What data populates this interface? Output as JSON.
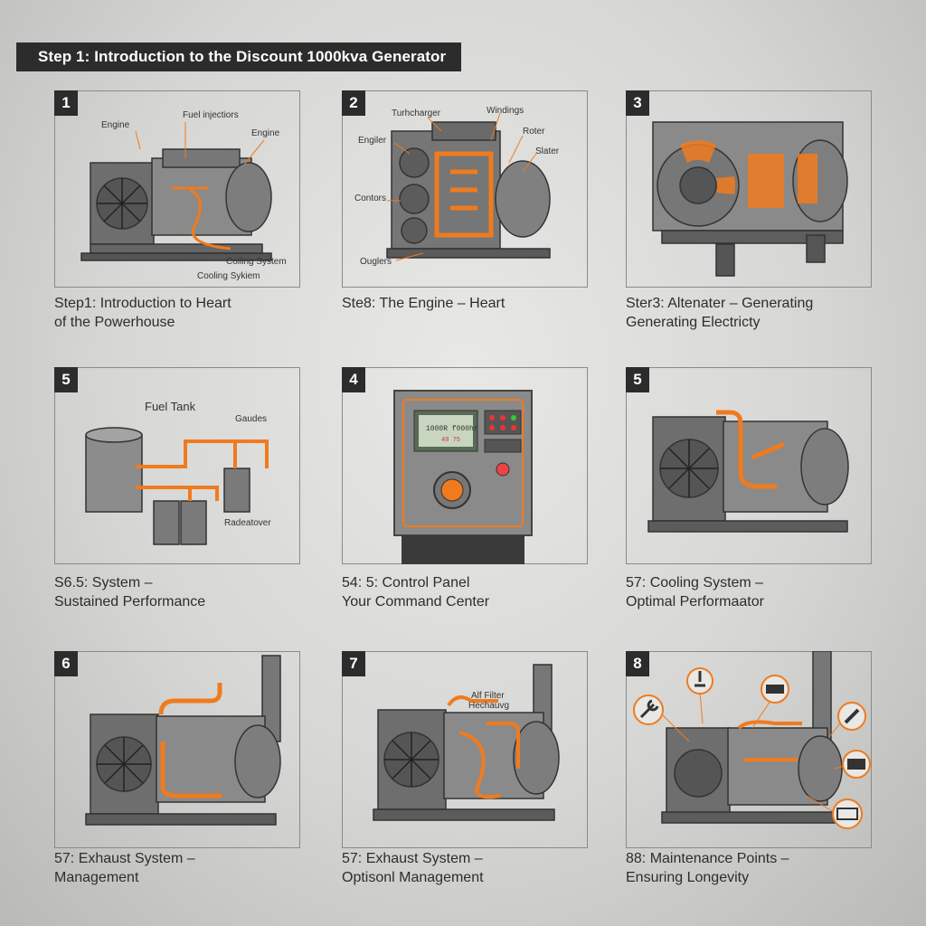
{
  "header": {
    "title": "Step 1: Introduction to the Discount 1000kva Generator"
  },
  "panels": [
    {
      "number": "1",
      "labels": [
        "Engine",
        "Fuel injectiors",
        "Engine",
        "Coiling System",
        "Cooling Sykiem"
      ],
      "caption_line1": "Stер1: Introduction to Heart",
      "caption_line2": "of the Powerhouse"
    },
    {
      "number": "2",
      "labels": [
        "Turhcharger",
        "Windings",
        "Engiler",
        "Roter",
        "Slater",
        "Contors",
        "Ouglers"
      ],
      "caption_line1": "Ste8: The Engine – Heart",
      "caption_line2": ""
    },
    {
      "number": "3",
      "labels": [],
      "caption_line1": "Ster3: Altenater – Generating",
      "caption_line2": "Generating Electricty"
    },
    {
      "number": "5",
      "labels": [
        "Fuel Tank",
        "Gaudes",
        "Radeatover"
      ],
      "caption_line1": "S6.5: System –",
      "caption_line2": "Sustained Performance"
    },
    {
      "number": "4",
      "labels": [],
      "display_line1": "1000R f000hr",
      "display_line2": "40 75",
      "caption_line1": "54: 5: Control Panel",
      "caption_line2": "Your Command Center"
    },
    {
      "number": "5",
      "labels": [],
      "caption_line1": "57: Cooling System –",
      "caption_line2": "Optimal Performaator"
    },
    {
      "number": "6",
      "labels": [],
      "caption_line1": "57: Exhaust System –",
      "caption_line2": "Management"
    },
    {
      "number": "7",
      "labels": [
        "Alf Filter",
        "Hechauvg"
      ],
      "caption_line1": "57: Exhaust System –",
      "caption_line2": "Optisonl Management"
    },
    {
      "number": "8",
      "labels": [],
      "caption_line1": "88: Maintenance Points –",
      "caption_line2": "Ensuring Longevity"
    }
  ],
  "colors": {
    "accent": "#f07b1e",
    "frame": "#8a8a8a",
    "badge": "#2c2c2c",
    "machine": "#7a7a7a"
  },
  "icons": [
    "wrench-icon",
    "gauge-icon",
    "battery-icon",
    "filter-icon",
    "radiator-fan-icon"
  ]
}
